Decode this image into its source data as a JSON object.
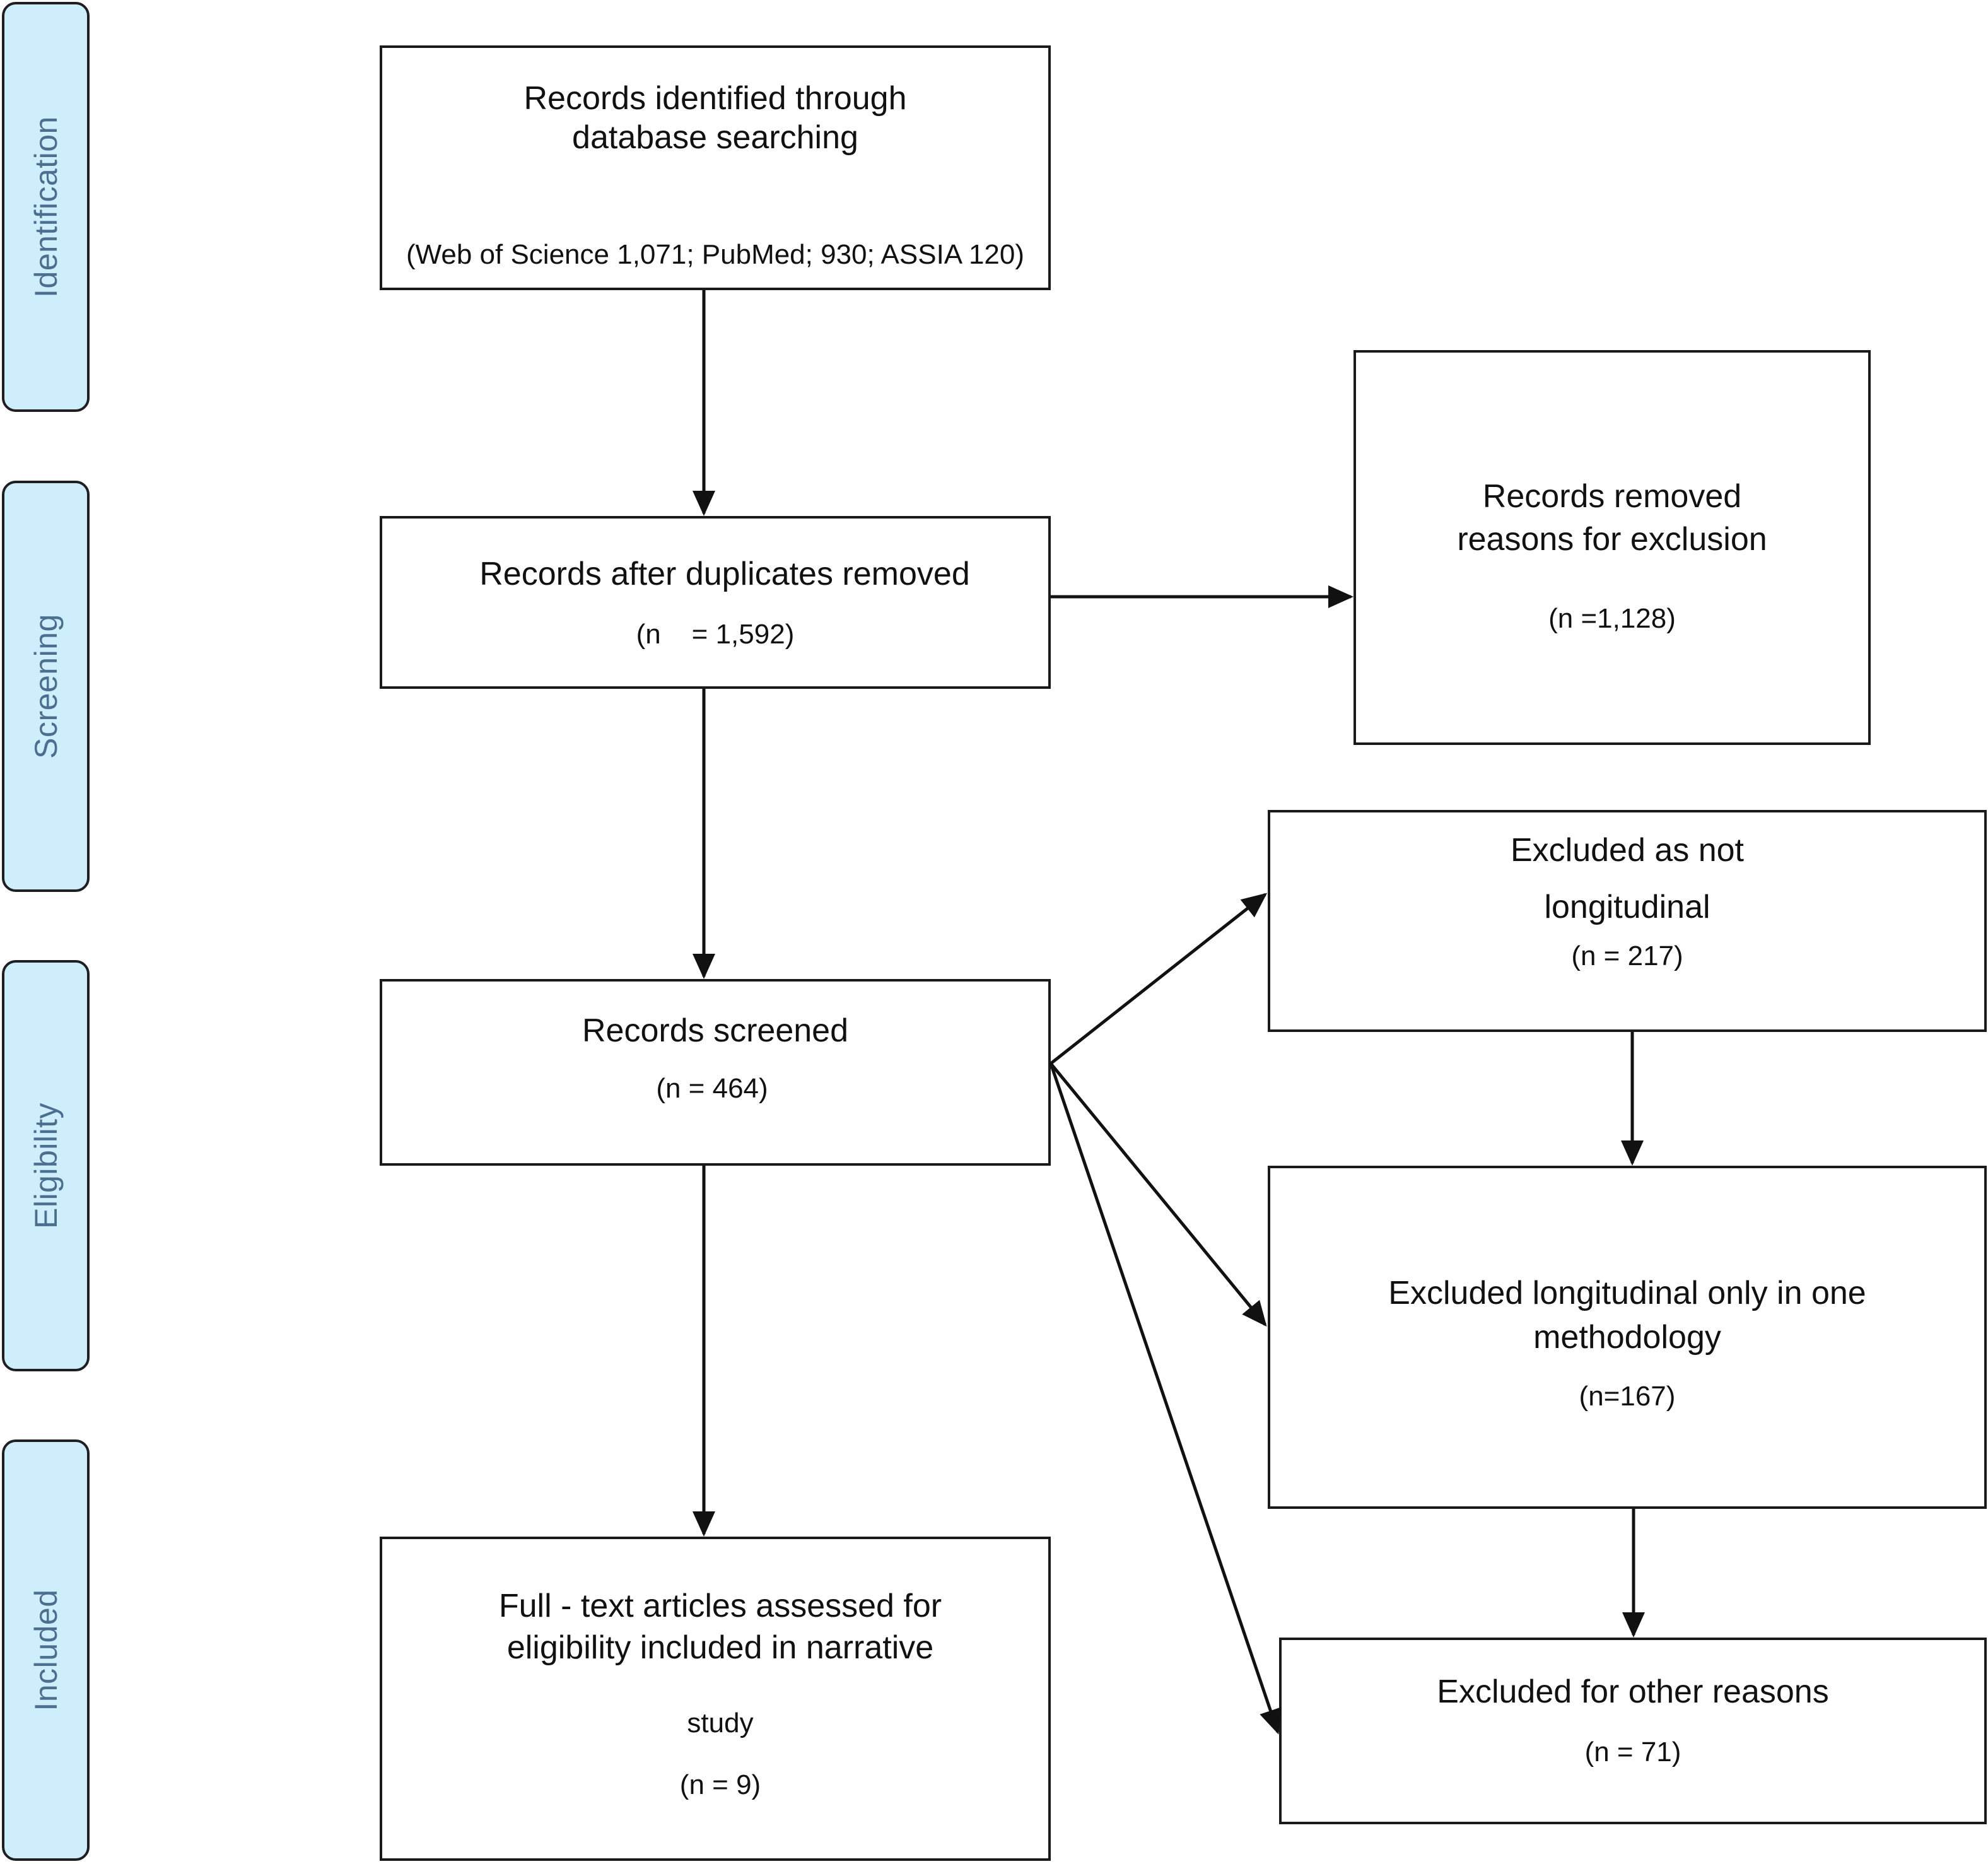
{
  "phases": {
    "identification": "Identification",
    "screening": "Screening",
    "eligibility": "Eligibility",
    "included": "Included"
  },
  "boxes": {
    "identified": {
      "line1": "Records identified through",
      "line2": "database searching",
      "detail": "(Web of Science 1,071; PubMed; 930; ASSIA 120)"
    },
    "after_duplicates": {
      "title": "Records after duplicates removed",
      "count": "(n    = 1,592)"
    },
    "removed": {
      "line1": "Records removed",
      "line2": "reasons for exclusion",
      "count": "(n =1,128)"
    },
    "screened": {
      "title": "Records screened",
      "count": "(n = 464)"
    },
    "not_longitudinal": {
      "line1": "Excluded as not",
      "line2": "longitudinal",
      "count": "(n = 217)"
    },
    "one_methodology": {
      "line1": "Excluded longitudinal only in one",
      "line2": "methodology",
      "count": "(n=167)"
    },
    "other_reasons": {
      "title": "Excluded for other reasons",
      "count": "(n = 71)"
    },
    "full_text": {
      "line1": "Full - text articles assessed for",
      "line2": "eligibility included in narrative",
      "line3": "study",
      "count": "(n = 9)"
    }
  }
}
